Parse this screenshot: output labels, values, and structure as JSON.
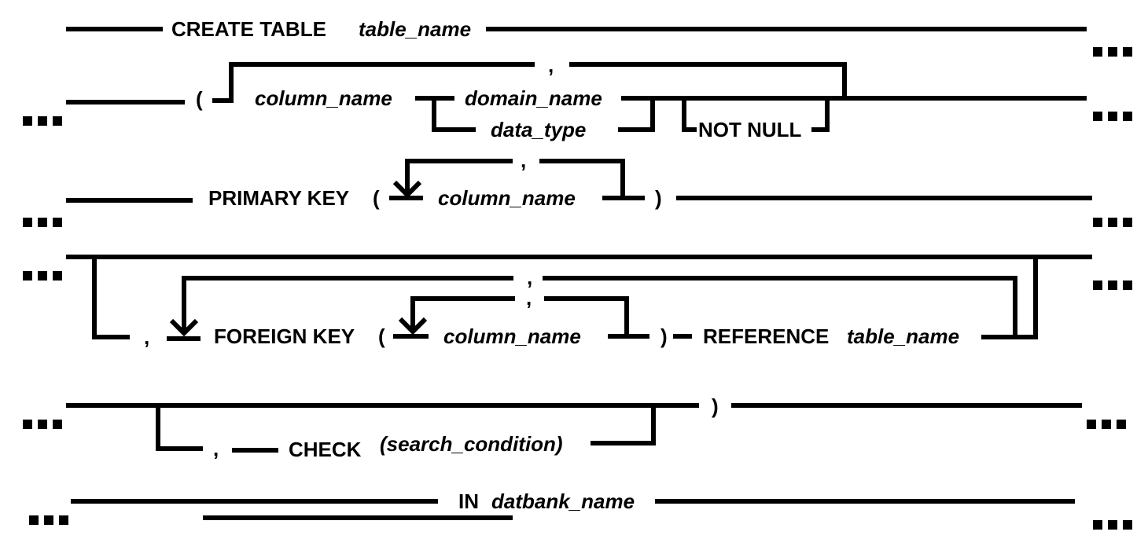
{
  "colors": {
    "ink": "#000000",
    "background": "#ffffff"
  },
  "diagram": {
    "row1": {
      "create_table": "CREATE TABLE",
      "table_name": "table_name"
    },
    "row2": {
      "open_paren": "(",
      "loop_comma": ",",
      "column_name": "column_name",
      "domain_name": "domain_name",
      "data_type": "data_type",
      "not_null": "NOT NULL"
    },
    "row3": {
      "primary_key": "PRIMARY KEY",
      "open_paren": "(",
      "loop_comma": ",",
      "column_name": "column_name",
      "close_paren": ")"
    },
    "row4": {
      "entry_comma": ",",
      "outer_loop_comma": ",",
      "inner_loop_comma": ",",
      "foreign_key": "FOREIGN KEY",
      "open_paren": "(",
      "column_name": "column_name",
      "close_paren": ")",
      "reference": "REFERENCE",
      "table_name": "table_name"
    },
    "row5": {
      "close_paren": ")",
      "comma": ",",
      "check": "CHECK",
      "search_condition": "(search_condition)"
    },
    "row6": {
      "in": "IN",
      "datbank_name": "datbank_name"
    }
  }
}
